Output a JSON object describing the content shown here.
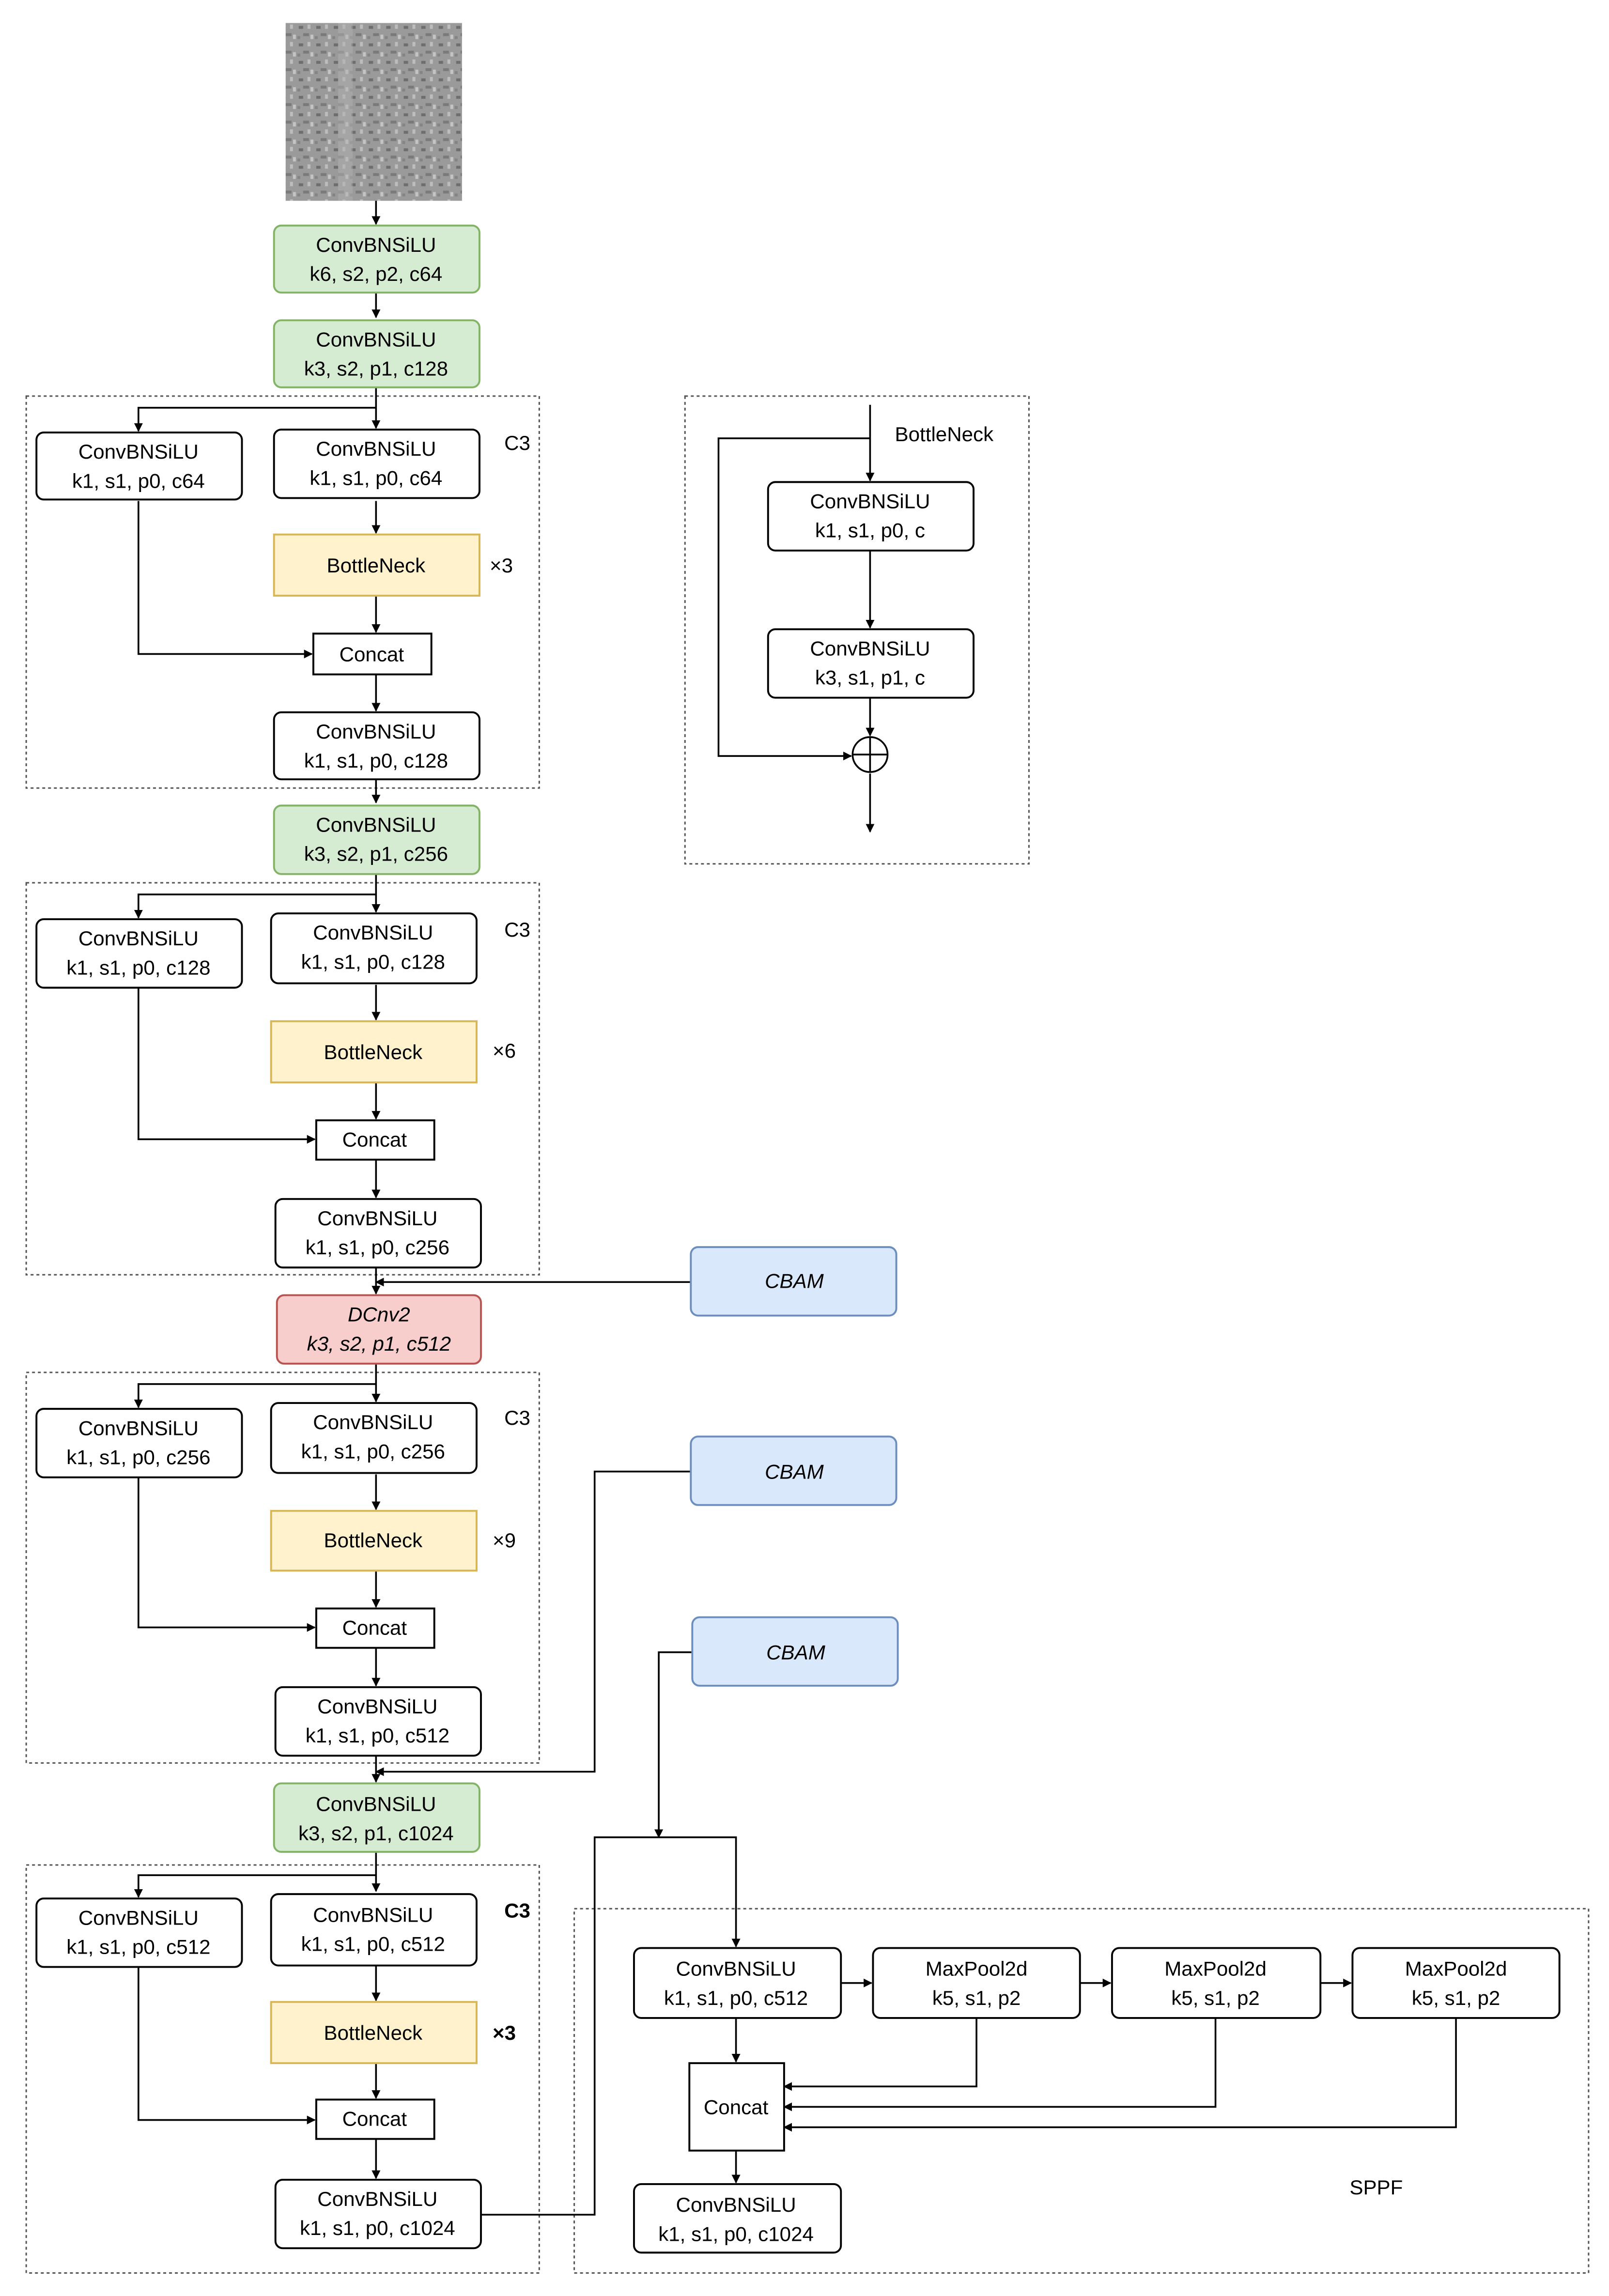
{
  "backbone": {
    "stem_conv_1": {
      "line1": "ConvBNSiLU",
      "line2": "k6, s2, p2, c64"
    },
    "stem_conv_2": {
      "line1": "ConvBNSiLU",
      "line2": "k3, s2, p1, c128"
    },
    "c3_block_1": {
      "title": "C3",
      "repeat": "×3",
      "left_conv": {
        "line1": "ConvBNSiLU",
        "line2": "k1, s1, p0, c64"
      },
      "right_conv": {
        "line1": "ConvBNSiLU",
        "line2": "k1, s1, p0, c64"
      },
      "bottleneck": "BottleNeck",
      "concat": "Concat",
      "out_conv": {
        "line1": "ConvBNSiLU",
        "line2": "k1, s1, p0, c128"
      }
    },
    "down_conv_1": {
      "line1": "ConvBNSiLU",
      "line2": "k3, s2, p1, c256"
    },
    "c3_block_2": {
      "title": "C3",
      "repeat": "×6",
      "left_conv": {
        "line1": "ConvBNSiLU",
        "line2": "k1, s1, p0, c128"
      },
      "right_conv": {
        "line1": "ConvBNSiLU",
        "line2": "k1, s1, p0, c128"
      },
      "bottleneck": "BottleNeck",
      "concat": "Concat",
      "out_conv": {
        "line1": "ConvBNSiLU",
        "line2": "k1, s1, p0, c256"
      }
    },
    "dcnv2": {
      "line1": "DCnv2",
      "line2": "k3, s2, p1, c512"
    },
    "c3_block_3": {
      "title": "C3",
      "repeat": "×9",
      "left_conv": {
        "line1": "ConvBNSiLU",
        "line2": "k1, s1, p0, c256"
      },
      "right_conv": {
        "line1": "ConvBNSiLU",
        "line2": "k1, s1, p0, c256"
      },
      "bottleneck": "BottleNeck",
      "concat": "Concat",
      "out_conv": {
        "line1": "ConvBNSiLU",
        "line2": "k1, s1, p0, c512"
      }
    },
    "down_conv_2": {
      "line1": "ConvBNSiLU",
      "line2": "k3, s2, p1, c1024"
    },
    "c3_block_4": {
      "title": "C3",
      "repeat": "×3",
      "left_conv": {
        "line1": "ConvBNSiLU",
        "line2": "k1, s1, p0, c512"
      },
      "right_conv": {
        "line1": "ConvBNSiLU",
        "line2": "k1, s1, p0, c512"
      },
      "bottleneck": "BottleNeck",
      "concat": "Concat",
      "out_conv": {
        "line1": "ConvBNSiLU",
        "line2": "k1, s1, p0, c1024"
      }
    }
  },
  "cbam_modules": [
    "CBAM",
    "CBAM",
    "CBAM"
  ],
  "bottleneck_detail": {
    "title": "BottleNeck",
    "conv_1": {
      "line1": "ConvBNSiLU",
      "line2": "k1, s1, p0, c"
    },
    "conv_2": {
      "line1": "ConvBNSiLU",
      "line2": "k3, s1, p1, c"
    }
  },
  "sppf": {
    "title": "SPPF",
    "in_conv": {
      "line1": "ConvBNSiLU",
      "line2": "k1, s1, p0, c512"
    },
    "maxpools": [
      {
        "line1": "MaxPool2d",
        "line2": "k5, s1, p2"
      },
      {
        "line1": "MaxPool2d",
        "line2": "k5, s1, p2"
      },
      {
        "line1": "MaxPool2d",
        "line2": "k5, s1, p2"
      }
    ],
    "concat": "Concat",
    "out_conv": {
      "line1": "ConvBNSiLU",
      "line2": "k1, s1, p0, c1024"
    }
  },
  "colors": {
    "conv_green_fill": "#d6ecd2",
    "conv_green_stroke": "#82b366",
    "bottleneck_fill": "#fff2cc",
    "bottleneck_stroke": "#d6b656",
    "dcnv2_fill": "#f8cecc",
    "dcnv2_stroke": "#b85450",
    "cbam_fill": "#dae8fc",
    "cbam_stroke": "#6c8ebf",
    "line": "#000000"
  }
}
